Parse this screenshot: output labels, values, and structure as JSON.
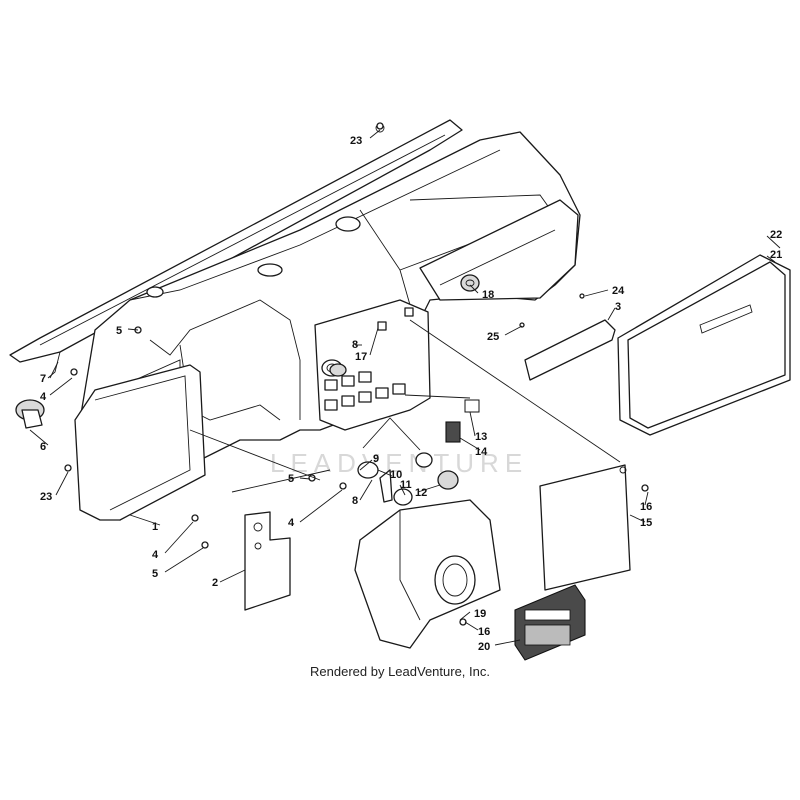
{
  "caption": "Rendered by LeadVenture, Inc.",
  "watermark": "LEADVENTURE",
  "callouts": {
    "c1": "1",
    "c2": "2",
    "c3": "3",
    "c4a": "4",
    "c4b": "4",
    "c4c": "4",
    "c5a": "5",
    "c5b": "5",
    "c5c": "5",
    "c6": "6",
    "c7": "7",
    "c8a": "8",
    "c8b": "8",
    "c9": "9",
    "c10": "10",
    "c11": "11",
    "c12": "12",
    "c13": "13",
    "c14": "14",
    "c15": "15",
    "c16a": "16",
    "c16b": "16",
    "c17": "17",
    "c18": "18",
    "c19": "19",
    "c20": "20",
    "c21": "21",
    "c22": "22",
    "c23a": "23",
    "c23b": "23",
    "c24": "24",
    "c25": "25"
  }
}
